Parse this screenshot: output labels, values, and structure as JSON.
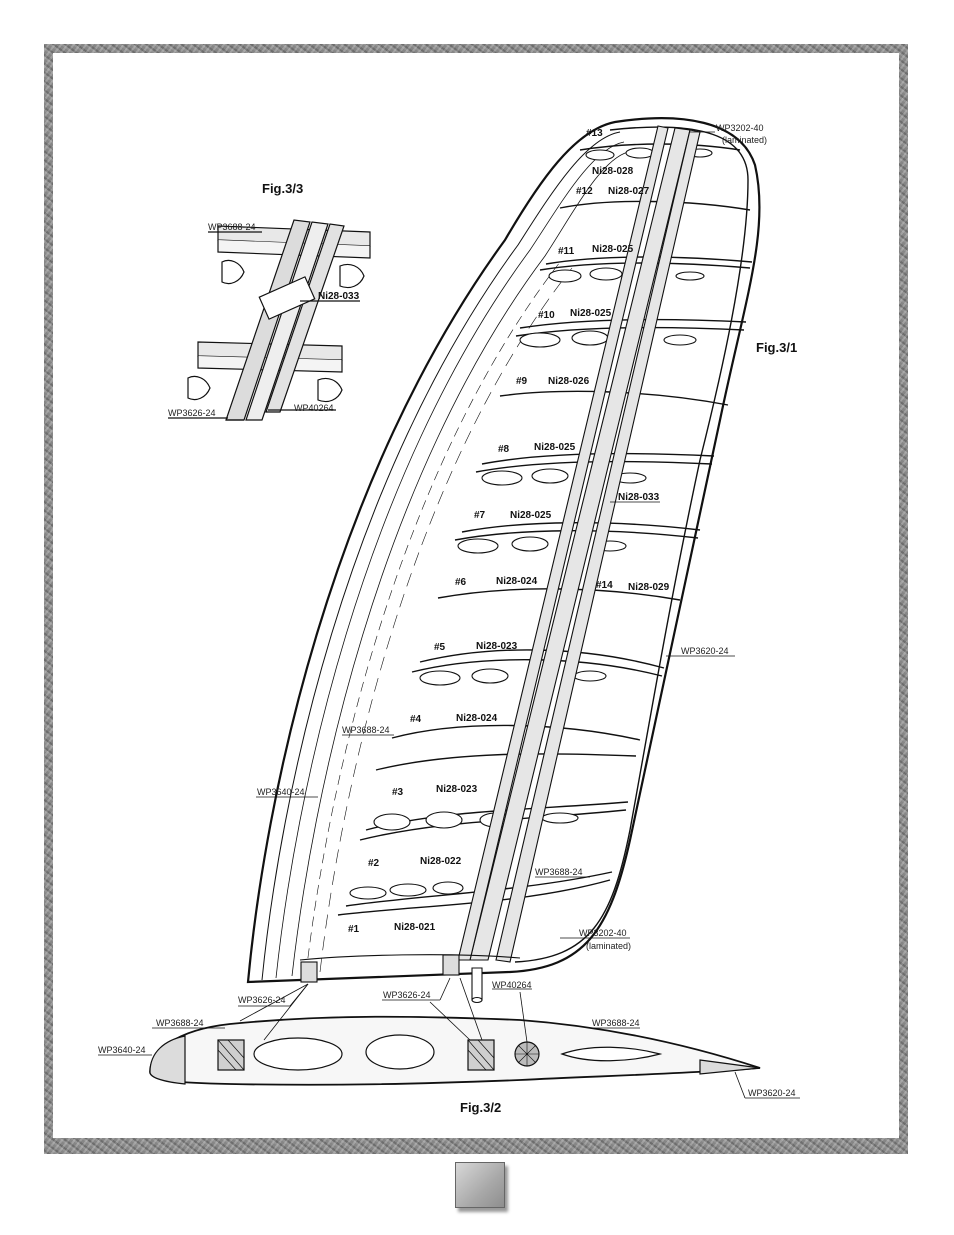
{
  "figures": {
    "fig31": "Fig.3/1",
    "fig32": "Fig.3/2",
    "fig33": "Fig.3/3"
  },
  "ribs": [
    {
      "num": "#1",
      "part": "Ni28-021"
    },
    {
      "num": "#2",
      "part": "Ni28-022"
    },
    {
      "num": "#3",
      "part": "Ni28-023"
    },
    {
      "num": "#4",
      "part": "Ni28-024"
    },
    {
      "num": "#5",
      "part": "Ni28-023"
    },
    {
      "num": "#6",
      "part": "Ni28-024"
    },
    {
      "num": "#7",
      "part": "Ni28-025"
    },
    {
      "num": "#8",
      "part": "Ni28-025"
    },
    {
      "num": "#9",
      "part": "Ni28-026"
    },
    {
      "num": "#10",
      "part": "Ni28-025"
    },
    {
      "num": "#11",
      "part": "Ni28-025"
    },
    {
      "num": "#12",
      "part": "Ni28-027"
    },
    {
      "num": "#13",
      "part": "Ni28-028"
    },
    {
      "num": "#14",
      "part": "Ni28-029"
    }
  ],
  "callouts": {
    "tip_edge": "WP3202-40",
    "tip_edge_note": "(laminated)",
    "root_edge": "WP3202-40",
    "root_edge_note": "(laminated)",
    "brace": "Ni28-033",
    "trailing_edge": "WP3620-24",
    "cap_left": "WP3688-24",
    "leading_edge": "WP3640-24",
    "cap_root": "WP3688-24",
    "spar_left": "WP3626-24",
    "spar_right": "WP3626-24",
    "dowel": "WP40264"
  },
  "section": {
    "cap_left": "WP3688-24",
    "cap_right": "WP3688-24",
    "leading_edge": "WP3640-24",
    "trailing_edge": "WP3620-24"
  },
  "detail": {
    "cap": "WP3688-24",
    "brace": "Ni28-033",
    "spar": "WP3626-24",
    "dowel": "WP40264"
  }
}
